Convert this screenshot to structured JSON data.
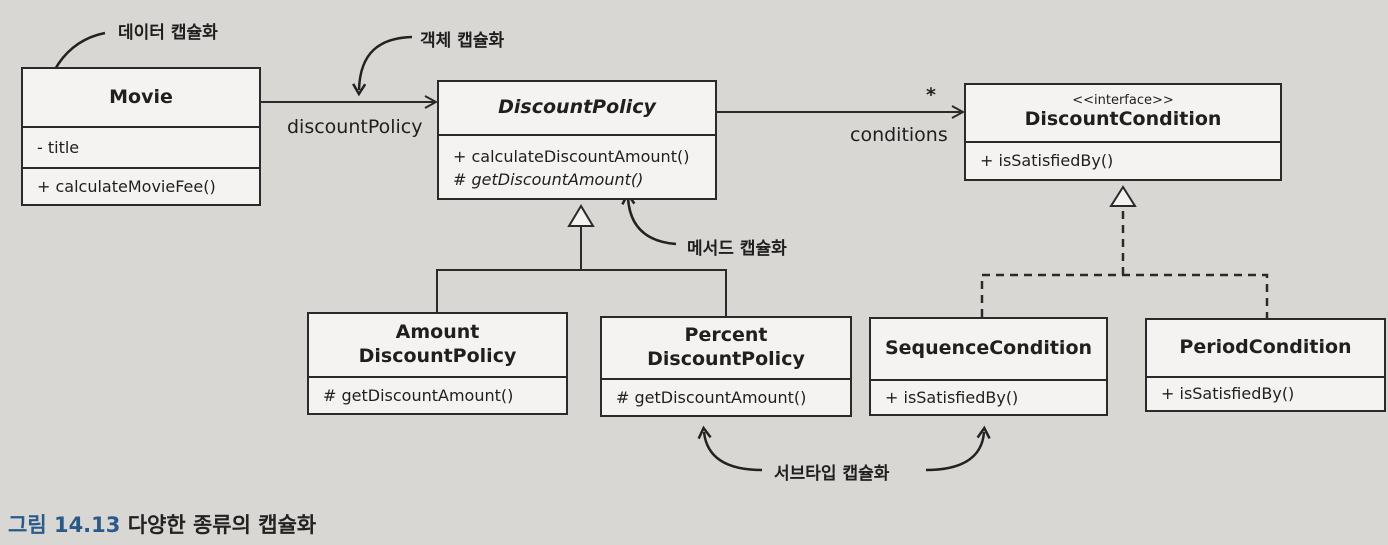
{
  "classes": {
    "movie": {
      "name": "Movie",
      "attribute": "- title",
      "operation": "+ calculateMovieFee()"
    },
    "discount_policy": {
      "name": "DiscountPolicy",
      "operations": [
        "+ calculateDiscountAmount()",
        "# getDiscountAmount()"
      ]
    },
    "discount_condition": {
      "stereotype": "<<interface>>",
      "name": "DiscountCondition",
      "operation": "+ isSatisfiedBy()"
    },
    "amount_discount_policy": {
      "name_line1": "Amount",
      "name_line2": "DiscountPolicy",
      "operation": "# getDiscountAmount()"
    },
    "percent_discount_policy": {
      "name_line1": "Percent",
      "name_line2": "DiscountPolicy",
      "operation": "# getDiscountAmount()"
    },
    "sequence_condition": {
      "name": "SequenceCondition",
      "operation": "+ isSatisfiedBy()"
    },
    "period_condition": {
      "name": "PeriodCondition",
      "operation": "+ isSatisfiedBy()"
    }
  },
  "associations": {
    "discount_policy_role": "discountPolicy",
    "conditions_role": "conditions",
    "multiplicity": "*"
  },
  "annotations": {
    "data_encapsulation": "데이터 캡슐화",
    "object_encapsulation": "객체 캡슐화",
    "method_encapsulation": "메서드 캡슐화",
    "subtype_encapsulation": "서브타입 캡슐화"
  },
  "caption": {
    "number": "그림 14.13",
    "text": "다양한 종류의 캡슐화"
  },
  "colors": {
    "background": "#d9d7d4",
    "box_fill": "#f4f3f1",
    "line": "#2a2a2a",
    "caption_number": "#2a5a8a"
  }
}
